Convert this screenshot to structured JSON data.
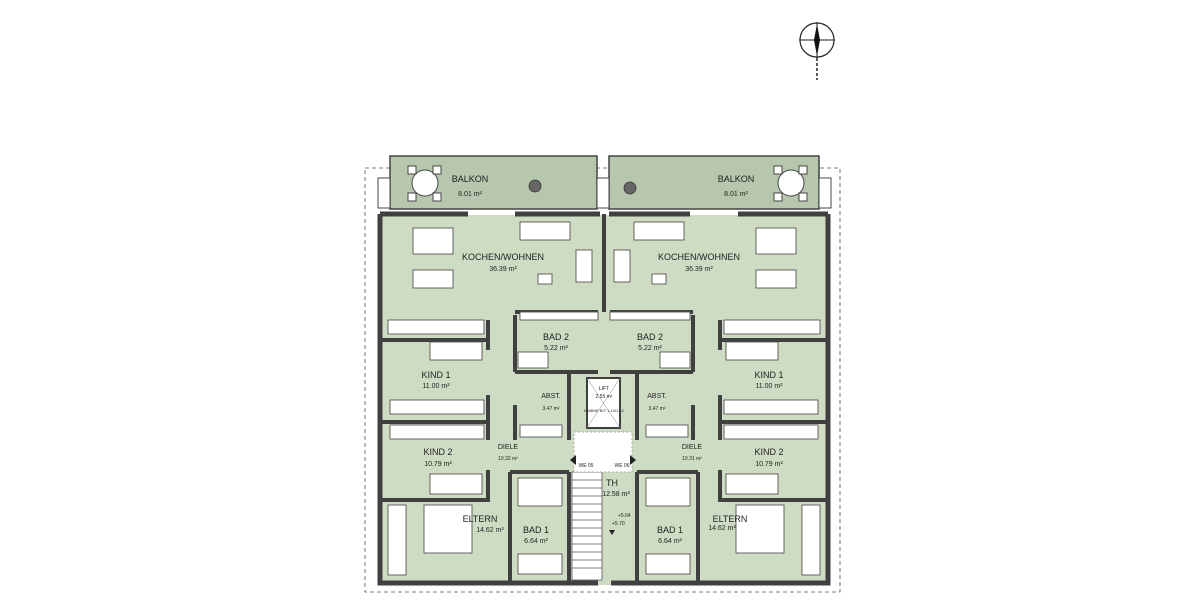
{
  "plan": {
    "rooms": [
      {
        "id": "balkon-left",
        "name": "BALKON",
        "area": "8.01 m²"
      },
      {
        "id": "balkon-right",
        "name": "BALKON",
        "area": "8.01 m²"
      },
      {
        "id": "kochen-left",
        "name": "KOCHEN/WOHNEN",
        "area": "36.39 m²"
      },
      {
        "id": "kochen-right",
        "name": "KOCHEN/WOHNEN",
        "area": "36.39 m²"
      },
      {
        "id": "bad2-left",
        "name": "BAD 2",
        "area": "5.22 m²"
      },
      {
        "id": "bad2-right",
        "name": "BAD 2",
        "area": "5.22 m²"
      },
      {
        "id": "kind1-left",
        "name": "KIND 1",
        "area": "11.00 m²"
      },
      {
        "id": "kind1-right",
        "name": "KIND 1",
        "area": "11.00 m²"
      },
      {
        "id": "abst-left",
        "name": "ABST.",
        "area": "3.47 m²"
      },
      {
        "id": "abst-right",
        "name": "ABST.",
        "area": "3.47 m²"
      },
      {
        "id": "lift",
        "name": "LIFT",
        "area": "2.55 m²"
      },
      {
        "id": "kind2-left",
        "name": "KIND 2",
        "area": "10.79 m²"
      },
      {
        "id": "kind2-right",
        "name": "KIND 2",
        "area": "10.79 m²"
      },
      {
        "id": "diele-left",
        "name": "DIELE",
        "area": "10.32 m²"
      },
      {
        "id": "diele-right",
        "name": "DIELE",
        "area": "10.31 m²"
      },
      {
        "id": "th",
        "name": "TH",
        "area": "12.58 m²"
      },
      {
        "id": "eltern-left",
        "name": "ELTERN",
        "area": "14.62 m²"
      },
      {
        "id": "eltern-right",
        "name": "ELTERN",
        "area": "14.62 m²"
      },
      {
        "id": "bad1-left",
        "name": "BAD 1",
        "area": "6.64 m²"
      },
      {
        "id": "bad1-right",
        "name": "BAD 1",
        "area": "6.64 m²"
      }
    ],
    "lift_cabin": "KABINE B/T 1.10/1.40",
    "unit_labels": {
      "left": "WE 05",
      "right": "WE 06"
    },
    "levels": {
      "upper": "+5.64",
      "lower": "+5.70"
    },
    "colors": {
      "room_fill": "#cfdcc4",
      "balcony_fill": "#b7c7ad",
      "wall": "#404040"
    }
  }
}
